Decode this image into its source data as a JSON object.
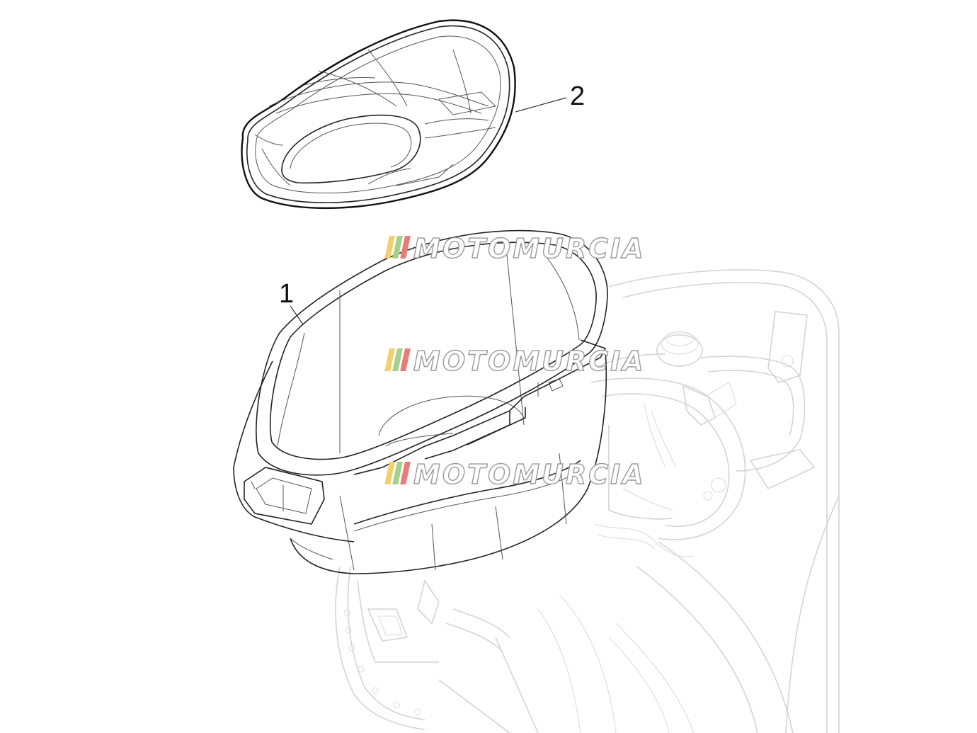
{
  "diagram": {
    "callouts": [
      {
        "id": "1",
        "label": "1"
      },
      {
        "id": "2",
        "label": "2"
      }
    ],
    "watermark": {
      "text": "MOTOMURCIA",
      "stripe_colors": [
        "#f2d06b",
        "#a8d08d",
        "#e87c7c"
      ],
      "text_fill": "#ffffff",
      "text_stroke": "#9a9a9a"
    }
  }
}
